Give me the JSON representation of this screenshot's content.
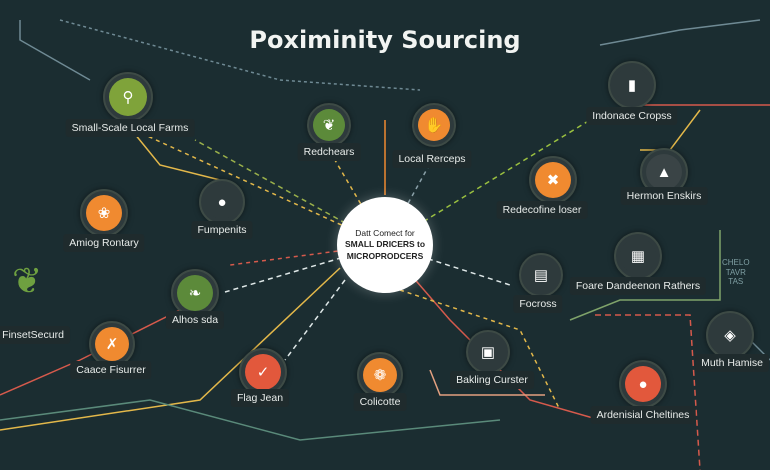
{
  "title": "Poximinity Sourcing",
  "center": {
    "line1": "Datt Comect for",
    "line2": "SMALL DRICERS to",
    "line3": "MICROPRODCERS"
  },
  "side_text": [
    "CHELO",
    "TAVR",
    "TAS"
  ],
  "colors": {
    "background": "#1b2d31",
    "orange": "#f08a30",
    "green": "#7fa33a",
    "yellow": "#e3b84a",
    "red": "#d65a4c"
  },
  "nodes": [
    {
      "label": "Small-Scale Local Farms",
      "icon": "sprout-icon"
    },
    {
      "label": "Redchears",
      "icon": "leaf-icon"
    },
    {
      "label": "Local Rerceps",
      "icon": "hand-plant-icon"
    },
    {
      "label": "Indonace Cropss",
      "icon": "bottle-icon"
    },
    {
      "label": "Redecofine loser",
      "icon": "cross-icon"
    },
    {
      "label": "Hermon Enskirs",
      "icon": "lamp-icon"
    },
    {
      "label": "Fumpenits",
      "icon": "tomato-icon"
    },
    {
      "label": "Amiog Rontary",
      "icon": "carrot-icon"
    },
    {
      "label": "Foare Dandeenon Rathers",
      "icon": "crate-icon"
    },
    {
      "label": "Focross",
      "icon": "document-icon"
    },
    {
      "label": "Alhos sda",
      "icon": "leaves-icon"
    },
    {
      "label": "FinsetSecurd",
      "icon": "beet-icon"
    },
    {
      "label": "Caace Fisurrer",
      "icon": "knot-icon"
    },
    {
      "label": "Muth Hamise",
      "icon": "tag-icon"
    },
    {
      "label": "Flag Jean",
      "icon": "bag-icon"
    },
    {
      "label": "Colicotte",
      "icon": "pumpkin-icon"
    },
    {
      "label": "Bakling Curster",
      "icon": "barn-icon"
    },
    {
      "label": "Ardenisial Cheltines",
      "icon": "apple-icon"
    }
  ]
}
